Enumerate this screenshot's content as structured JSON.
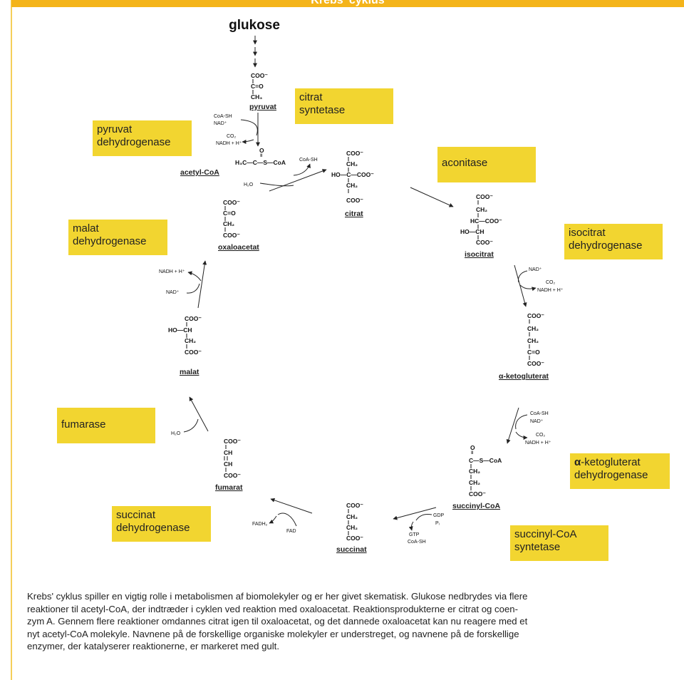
{
  "header": {
    "title": "Krebs' cyklus"
  },
  "start_molecule": "glukose",
  "molecules": {
    "pyruvat": "pyruvat",
    "acetyl_coa": "acetyl-CoA",
    "oxaloacetat": "oxaloacetat",
    "citrat": "citrat",
    "isocitrat": "isocitrat",
    "ketogluterat": "α-ketogluterat",
    "succinyl_coa": "succinyl-CoA",
    "succinat": "succinat",
    "fumarat": "fumarat",
    "malat": "malat"
  },
  "enzymes": {
    "citrat_syntetase": [
      "citrat",
      "syntetase"
    ],
    "pyruvat_dehydrogenase": [
      "pyruvat",
      "dehydrogenase"
    ],
    "aconitase": [
      "aconitase"
    ],
    "malat_dehydrogenase": [
      "malat",
      "dehydrogenase"
    ],
    "isocitrat_dehydrogenase": [
      "isocitrat",
      "dehydrogenase"
    ],
    "fumarase": [
      "fumarase"
    ],
    "ketogluterat_dehydrogenase": [
      "α",
      "-ketogluterat",
      "dehydrogenase"
    ],
    "succinat_dehydrogenase": [
      "succinat",
      "dehydrogenase"
    ],
    "succinyl_coa_syntetase": [
      "succinyl-CoA",
      "syntetase"
    ]
  },
  "cofactors": {
    "pdh": [
      "CoA-SH",
      "NAD⁺",
      "CO₂",
      "NADH + H⁺"
    ],
    "cs": [
      "CoA-SH",
      "H₂O"
    ],
    "idh": [
      "NAD⁺",
      "CO₂",
      "NADH + H⁺"
    ],
    "kgdh": [
      "CoA-SH",
      "NAD⁺",
      "CO₂",
      "NADH + H⁺"
    ],
    "scs": [
      "GDP",
      "Pᵢ",
      "GTP",
      "CoA-SH"
    ],
    "sdh": [
      "FADH₂",
      "FAD"
    ],
    "fum": [
      "H₂O"
    ],
    "mdh": [
      "NADH + H⁺",
      "NAD⁺"
    ]
  },
  "caption": [
    "Krebs' cyklus spiller en vigtig rolle i metabolismen af biomolekyler og er her givet skematisk. Glukose nedbrydes via flere",
    "reaktioner til acetyl-CoA, der indtræder i cyklen ved reaktion med oxaloacetat. Reaktionsprodukterne er citrat og coen-",
    "zym A. Gennem flere reaktioner omdannes citrat igen til oxaloacetat, og det dannede oxaloacetat kan nu reagere med et",
    "nyt acetyl-CoA molekyle. Navnene på de forskellige organiske molekyler er understreget, og navnene på de forskellige",
    "enzymer, der katalyserer reaktionerne, er markeret med gult."
  ],
  "colors": {
    "enzyme_box": "#f2d530",
    "header_bar": "#f4b41a"
  }
}
